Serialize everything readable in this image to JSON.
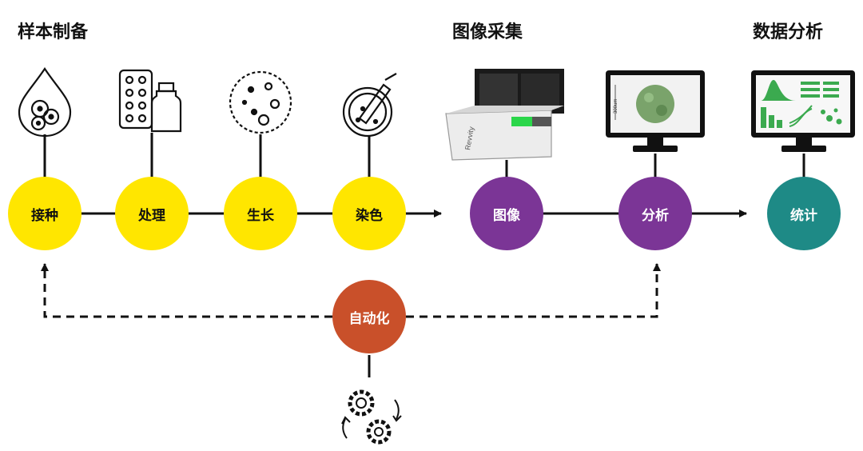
{
  "sections": {
    "sample_prep": "样本制备",
    "image_acquisition": "图像采集",
    "data_analysis": "数据分析"
  },
  "nodes": {
    "inoculate": "接种",
    "treat": "处理",
    "grow": "生长",
    "stain": "染色",
    "image": "图像",
    "analyze": "分析",
    "statistics": "统计",
    "automation": "自动化"
  },
  "instrument": {
    "brand_text": "Revvity",
    "scale_text": "300um"
  },
  "icons": {
    "inoculate": "droplet-with-cells-icon",
    "treat": "well-plate-and-bottle-icon",
    "grow": "spheroid-icon",
    "stain": "pipette-dish-icon",
    "image": "imaging-instrument-icon",
    "analyze": "monitor-3d-spheroid-icon",
    "statistics": "monitor-charts-icon",
    "automation": "rotating-gears-icon"
  },
  "colors": {
    "sample_prep": "#FFE600",
    "image_acquisition": "#7B3596",
    "data_analysis": "#1E8A86",
    "automation": "#C9502A",
    "connector": "#111111",
    "chart_green": "#3BAA4F"
  }
}
